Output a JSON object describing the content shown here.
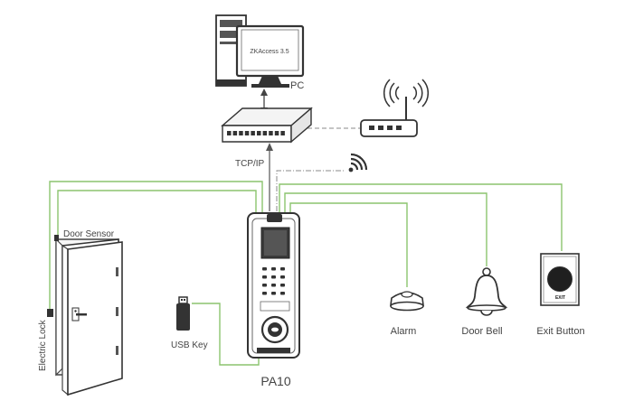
{
  "monitor": {
    "screen_text": "ZKAccess 3.5"
  },
  "labels": {
    "pc": "PC",
    "tcpip": "TCP/IP",
    "door_sensor": "Door Sensor",
    "electric_lock": "Electric Lock",
    "usb_key": "USB Key",
    "device": "PA10",
    "alarm": "Alarm",
    "door_bell": "Door Bell",
    "exit_button": "Exit Button",
    "exit_sign": "EXIT"
  },
  "colors": {
    "wire": "#8cc46e",
    "dark": "#2b2b2b",
    "outline": "#555555",
    "net_line": "#9a9a9a"
  },
  "icons": [
    "desktop-computer-icon",
    "network-switch-icon",
    "wireless-router-icon",
    "wifi-signal-icon",
    "usb-drive-icon",
    "alarm-siren-icon",
    "door-bell-icon",
    "exit-button-icon",
    "door-icon"
  ]
}
